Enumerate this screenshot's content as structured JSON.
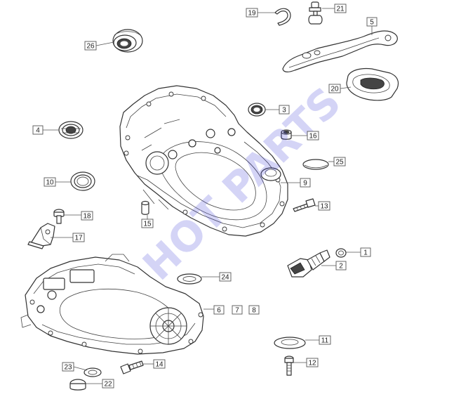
{
  "watermark": "HOT PARTS",
  "callouts": [
    {
      "id": "c19",
      "label": "19"
    },
    {
      "id": "c21",
      "label": "21"
    },
    {
      "id": "c5",
      "label": "5"
    },
    {
      "id": "c26",
      "label": "26"
    },
    {
      "id": "c20",
      "label": "20"
    },
    {
      "id": "c3",
      "label": "3"
    },
    {
      "id": "c4",
      "label": "4"
    },
    {
      "id": "c16",
      "label": "16"
    },
    {
      "id": "c25",
      "label": "25"
    },
    {
      "id": "c10",
      "label": "10"
    },
    {
      "id": "c9",
      "label": "9"
    },
    {
      "id": "c13",
      "label": "13"
    },
    {
      "id": "c18",
      "label": "18"
    },
    {
      "id": "c15",
      "label": "15"
    },
    {
      "id": "c17",
      "label": "17"
    },
    {
      "id": "c1",
      "label": "1"
    },
    {
      "id": "c2",
      "label": "2"
    },
    {
      "id": "c24",
      "label": "24"
    },
    {
      "id": "c6",
      "label": "6"
    },
    {
      "id": "c7",
      "label": "7"
    },
    {
      "id": "c8",
      "label": "8"
    },
    {
      "id": "c11",
      "label": "11"
    },
    {
      "id": "c14",
      "label": "14"
    },
    {
      "id": "c12",
      "label": "12"
    },
    {
      "id": "c23",
      "label": "23"
    },
    {
      "id": "c22",
      "label": "22"
    }
  ]
}
